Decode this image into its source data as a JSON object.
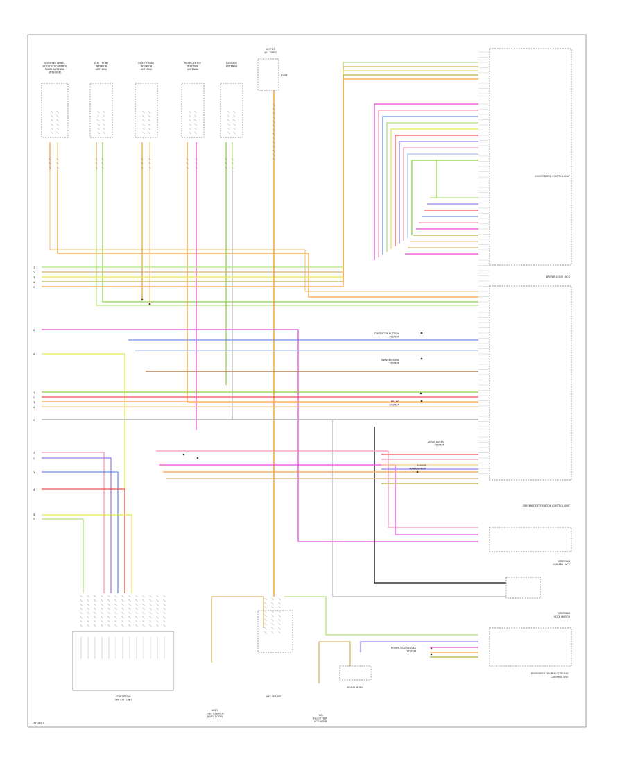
{
  "diagram": {
    "top_components": [
      {
        "key": "c1",
        "lines": [
          "STEERING WHEEL",
          "MOUNTED CONTROL",
          "PANEL ANTENNA",
          "(INTERIOR)"
        ]
      },
      {
        "key": "c2",
        "lines": [
          "LEFT FRONT",
          "INTERIOR",
          "ANTENNA"
        ]
      },
      {
        "key": "c3",
        "lines": [
          "RIGHT FRONT",
          "INTERIOR",
          "ANTENNA"
        ]
      },
      {
        "key": "c4",
        "lines": [
          "REAR CENTRE",
          "INTERIOR",
          "ANTENNA"
        ]
      },
      {
        "key": "c5",
        "lines": [
          "LUGGAGE",
          "ANTENNA"
        ]
      }
    ],
    "fuse_box": {
      "lines": [
        "HOT AT",
        "ALL TIMES"
      ],
      "fuse": "FUSE"
    },
    "right_units": {
      "driver_door_control_unit": "DRIVER DOOR CONTROL UNIT",
      "driver_door_lock": "DRIVER DOOR LOCK",
      "driver_identification_control_unit": "DRIVER IDENTIFICATION CONTROL UNIT",
      "steering_column_lock": [
        "STEERING",
        "COLUMN LOCK"
      ],
      "steering_lock_motor": [
        "STEERING",
        "LOCK MOTOR"
      ],
      "passenger_door_unit": [
        "PASSENGER DOOR ELECTRONIC",
        "CONTROL UNIT"
      ]
    },
    "left_connector_labels": {
      "g1": [
        "1",
        "2",
        "3",
        "4",
        "5"
      ],
      "g2": [
        "6"
      ],
      "g3": [
        "8"
      ],
      "g4": [
        "1",
        "2",
        "3",
        "4",
        "5"
      ],
      "g5": [
        "1",
        "2",
        "3",
        "4",
        "5"
      ],
      "g6": [
        "1",
        "2"
      ]
    },
    "side_notes": {
      "start_stop": [
        "START/STOP BUTTON",
        "SYSTEM"
      ],
      "transmission": [
        "TRANSMISSION",
        "SYSTEM"
      ],
      "brake": [
        "BRAKE",
        "SYSTEM"
      ],
      "engine_mgmt": [
        "ENGINE",
        "MANAGEMENT"
      ],
      "door_locks": [
        "DOOR LOCKS",
        "SYSTEM"
      ],
      "unlock_locks": [
        "POWER DOOR LOCKS",
        "SYSTEM"
      ]
    },
    "bottom_components": {
      "start_pedal": [
        "START PEDAL",
        "SWITCH / UNIT"
      ],
      "ground_sensor": [
        "ANTI",
        "THEFT SWITCH",
        "(FUEL DOOR)"
      ],
      "key_reader": "KEY READER",
      "fuel_door": [
        "FUEL",
        "FILLER FLAP",
        "ACTUATOR"
      ],
      "signal_horn": "SIGNAL HORN"
    },
    "footer_code": "P10004"
  },
  "colors": {
    "orange": "#f5a341",
    "ltorange": "#f8c98a",
    "tan": "#d9b46a",
    "yellow": "#e6e85a",
    "green": "#8fcf4a",
    "ltgreen": "#b5e07e",
    "red": "#ee5555",
    "magenta": "#e84ad8",
    "pink": "#f39ab5",
    "violet": "#9a7ef0",
    "blue": "#6b8ff2",
    "ltblue": "#a9c4f4",
    "grey": "#9a9a9a",
    "black": "#333333",
    "brown": "#a06a3c",
    "olive": "#b8b04a"
  }
}
